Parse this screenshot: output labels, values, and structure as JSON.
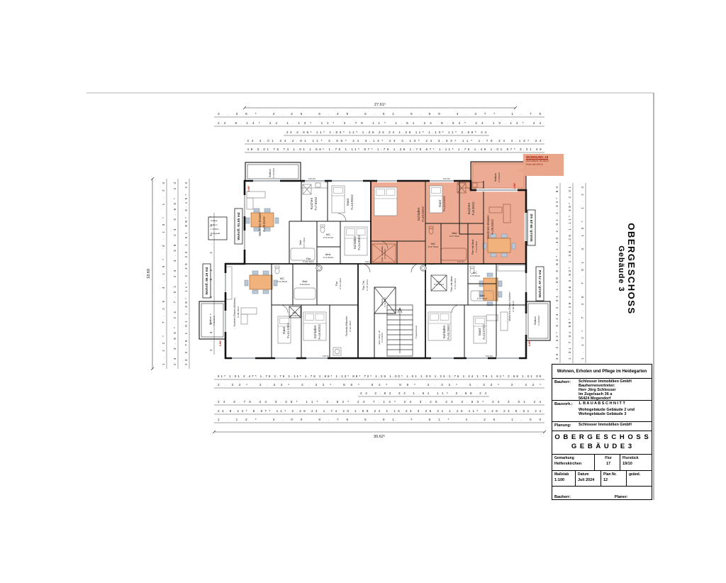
{
  "side_title": {
    "line1": "OBERGESCHOSS",
    "line2": "Gebäude 3"
  },
  "annotation": {
    "title": "WOHNUNG 18",
    "area_line": "Wohnfläche 89,28m2",
    "price_line": "Preis 340.000 €"
  },
  "plan": {
    "wall_class": "F90-BA",
    "door_tag_label": "Whg.Trw",
    "level_mark": "2.88⁵",
    "note_box": {
      "l1": "Anlage",
      "l2": "Balkon",
      "l3": "1:178cm",
      "l4": "Heizgerät"
    },
    "highlight_color": "#ecab92",
    "apartments": [
      {
        "key": "top-left",
        "wohnfl": "Wohnfl. 91.65 m2",
        "balkon": {
          "n": "Balkon",
          "a": "F=9.24m2"
        },
        "rooms": [
          {
            "n": "Wohnen-Essen",
            "a": "F=29.31m2"
          },
          {
            "n": "Kochen",
            "a": "F=7.84m2"
          },
          {
            "n": "Gast",
            "a": "F=13.95m2"
          },
          {
            "n": "Schlafen",
            "a": "F=14.95m2"
          },
          {
            "n": "Bad",
            "a": "F=7.79m2"
          },
          {
            "n": "WC",
            "a": "F=2.07m2"
          },
          {
            "n": "Abst.",
            "a": "F=1.92m2"
          },
          {
            "n": "Flur",
            "a": "F=10.94m2"
          }
        ]
      },
      {
        "key": "top-right-wohnung-18",
        "wohnfl": "Wohnfl. 89.28 m2",
        "balkon": {
          "n": "Balkon",
          "a": "F=9.56m2"
        },
        "rooms": [
          {
            "n": "Wohnen-Essen",
            "a": "F=29.33m2"
          },
          {
            "n": "Kochen",
            "a": "F=8.36m2"
          },
          {
            "n": "Gast",
            "a": "F=13.04m2"
          },
          {
            "n": "Schlafen",
            "a": "F=15.05m2"
          },
          {
            "n": "Bad",
            "a": "F=7.79m2"
          },
          {
            "n": "WC",
            "a": "F=2.75m2"
          },
          {
            "n": "Abst. mit WaMa",
            "a": "F=4.70m2"
          },
          {
            "n": "Flur mit Abst.",
            "a": "F=11.15m2"
          }
        ]
      },
      {
        "key": "bottom-left",
        "wohnfl": "Wohnfl. 86.16 m2",
        "balkon": {
          "n": "Balkon",
          "a": "F=5.10m2"
        },
        "rooms": [
          {
            "n": "Kochen-Essen-Wohnen",
            "a": "F=38.15m2"
          },
          {
            "n": "Gast",
            "a": "F=14.12m2"
          },
          {
            "n": "Schlafen",
            "a": "F=16.60m2"
          },
          {
            "n": "Bad",
            "a": "F=8.63m2"
          },
          {
            "n": "WC",
            "a": "F=2.35m2"
          },
          {
            "n": "Abst.",
            "a": "F=1.51m2"
          },
          {
            "n": "Flur",
            "a": "F=10.19m2"
          }
        ]
      },
      {
        "key": "bottom-right",
        "wohnfl": "Wohnfl. 87.73 m2",
        "balkon": {
          "n": "Balkon",
          "a": "F=9.08m2"
        },
        "rooms": [
          {
            "n": "Wohnen-Essen-Kochen",
            "a": "F=34.41m2"
          },
          {
            "n": "Schlafen",
            "a": "F=15.29m2"
          },
          {
            "n": "Gast",
            "a": "F=12.07m2"
          },
          {
            "n": "Bad",
            "a": "F=5.66m2"
          },
          {
            "n": "WC",
            "a": "F=1.50m2"
          },
          {
            "n": "Abst.",
            "a": "F=2.16m2"
          },
          {
            "n": "Flur mit Abst.",
            "a": "F=11.40m2"
          }
        ]
      }
    ],
    "core": {
      "rooms": [
        {
          "n": "Flur Trh.",
          "a": "F=27.47m2"
        },
        {
          "n": "Aufzug",
          "a": "F=3.35m2"
        },
        {
          "n": "Treppenhaus",
          "a": ""
        },
        {
          "n": "Technik-Wäsche",
          "a": "F=10.18m2"
        },
        {
          "n": "Abst. Whg. 18",
          "a": "F=2.40m2"
        }
      ]
    }
  },
  "dimensions": {
    "top": {
      "total": "27.61⁵",
      "r1": "3.38⁵    4.25    6.49    6.51    9.99    4.37⁵    1.75",
      "r2": "24  8.14⁵  24  1.13⁵ 11⁵  2.76  11⁵ 1.51  24  8.64⁵  24  10.12⁵  24",
      "r3": "24  2.88⁵ 11⁵ 1.63⁵ 11⁵ 1.26  24    24  1.26 11⁵ 1.13⁵ 11⁵ 2.88⁵  24",
      "r4": "24  4.01  24  2.01 11⁵  3.88⁵  24  3.13⁵  24  3.13⁵  24  3.63⁵ 11⁵ 1.76  24  4.13⁵  24",
      "r5": "49  3.01  75 74 1.01  1.88⁵  1.76  1.11⁵ 87⁵  1.76  1.26  1.76  87⁵ 1.11⁵  1.76  1.49  1.01 87⁵  3.01  49"
    },
    "bottom": {
      "r1": "51⁵ 1.01  2.47⁵  1.76  1.76  1.11⁵  1.76  1.88⁵  1.13⁵ 88⁵ 72⁵ 1.26 1.00⁵ 1.01 1.00 1.24  1.76  1.24  1.76  1.61⁵  2.88  1.01 39",
      "r2": "2.32⁵      2.32⁵      2.32⁵     88⁵   82⁵   88⁵     2.32⁵      2.32⁵      2.32⁵",
      "r3": "24  2.82  24  1.51 11⁵  2.88  24",
      "r4": "24  3.76  24  3.38⁵ 11⁵  3.84⁵  24  7.13⁵  24  3.26  24  3.63⁵  24  4.01  24",
      "r5": "24  8.14⁵  8.87⁵  11⁵ 2.26  24  1.74  20  1.88  24 1.15 24  3.26  24  1.26 11⁵ 2.26  24  5.01  24",
      "r6": "1.12⁵    4.00    9.76    5.01    7.61⁵    4.26    1.00",
      "total": "30.62⁵"
    },
    "left": {
      "total": "18.69",
      "c1": "1.12⁵     7.25     4.15⁵     4.13⁵     1.24",
      "c2": "24  3.63⁵  24  7.01  24  4.38  24  4.63⁵  24",
      "c3": "24 3.76 1.01 1.38⁵ 11⁵ 2.45 24 1.51 88⁵ 3.15⁵ 24",
      "c4": "2.32⁵   2.01   2.32⁵"
    },
    "right": {
      "c1": "40 2.32⁵ 3.24 2.01 1.30 3.63⁵ 1.30 2.01 2.32⁵ 84",
      "c2": "1.01 7.01 88⁵ 1.26 1.36 3.63⁵ 1.36 1.26 1.11⁵ 48⁵ 2.01",
      "c3": "1.12⁵     7.25     7.01     4.13⁵     1.24"
    }
  },
  "titleblock": {
    "project": "Wohnen, Erholen und Pflege im Heidegarten",
    "bauherr_label": "Bauherr:",
    "bauherr_lines": [
      "Schlosser Immobilien GmbH",
      "Bauherrenvertreter:",
      "Herr Jörg Schlosser",
      "Im Zugelsach 36 a",
      "56424 Mogendorf"
    ],
    "bauvorh_label": "Bauvorh.:",
    "bauvorh_value": "1. B A U A B S C H N I T T",
    "bauvorh_lines": [
      "Wohngebäude Gebäude 2 und",
      "Wohngebäude  Gebäude 3"
    ],
    "planung_label": "Planung:",
    "planung_value": "Schlosser Immobilien GmbH",
    "main_title_1": "O B E R G E S C H O S S",
    "main_title_2": "G E B Ä U D E  3",
    "gemarkung_label": "Gemarkung",
    "gemarkung_value": "Helferskirchen",
    "flur_label": "Flur",
    "flur_value": "17",
    "flurstueck_label": "Flurstück",
    "flurstueck_value": "19/10",
    "massstab_label": "Maßstab",
    "massstab_value": "1:100",
    "datum_label": "Datum",
    "datum_value": "Juli 2024",
    "plannr_label": "Plan Nr.",
    "plannr_value": "12",
    "geaend_label": "geänd.",
    "sig_bauherr": "Bauherr:",
    "sig_planer": "Planer:"
  }
}
